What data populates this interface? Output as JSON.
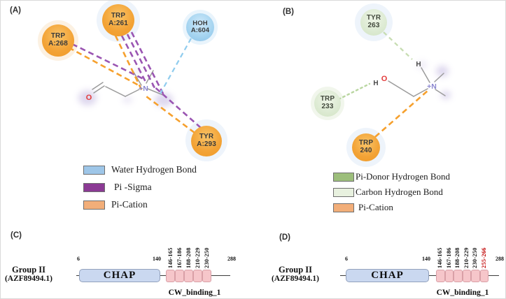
{
  "figure": {
    "colors": {
      "pi_cation_line": "#f6a02d",
      "pi_sigma_line": "#9a55b2",
      "water_hbond_line": "#8fccee",
      "pi_donor_line": "#c7ddb2",
      "carbon_hbond_line": "#b9d6a0",
      "residue_orange": "#f3a336",
      "residue_water_blue": "#9fd0ef",
      "residue_green": "#dcead2",
      "chap_fill": "#cad8f0",
      "repeat_fill": "#f6c6ca",
      "highlight_red": "#c00000"
    },
    "panel_a": {
      "label": "(A)",
      "residues": [
        {
          "line1": "TRP",
          "line2": "A:268"
        },
        {
          "line1": "TRP",
          "line2": "A:261"
        },
        {
          "line1": "HOH",
          "line2": "A:604"
        },
        {
          "line1": "TYR",
          "line2": "A:293"
        }
      ],
      "molecule": {
        "o": "O",
        "n": "+N"
      },
      "legend": [
        {
          "label": "Water Hydrogen Bond",
          "color": "#9ec6e8"
        },
        {
          "label": "Pi -Sigma",
          "color": "#8b3a94"
        },
        {
          "label": "Pi-Cation",
          "color": "#f2ae79"
        }
      ]
    },
    "panel_b": {
      "label": "(B)",
      "residues": [
        {
          "line1": "TYR",
          "line2": "263"
        },
        {
          "line1": "TRP",
          "line2": "233"
        },
        {
          "line1": "TRP",
          "line2": "240"
        }
      ],
      "molecule": {
        "h1": "H",
        "o": "O",
        "h2": "H",
        "n": "+N"
      },
      "legend": [
        {
          "label": "Pi-Donor Hydrogen Bond",
          "color": "#9cbe7b"
        },
        {
          "label": "Carbon Hydrogen Bond",
          "color": "#e8f1df"
        },
        {
          "label": "Pi-Cation",
          "color": "#f2ae79"
        }
      ]
    },
    "panel_c": {
      "label": "(C)",
      "group_name": "Group II",
      "accession": "(AZF89494.1)",
      "domain_label": "CHAP",
      "seq_start": "6",
      "domain_end": "140",
      "seq_end": "288",
      "repeats": [
        "146-165",
        "167-186",
        "188-208",
        "210-229",
        "230-250"
      ],
      "annotation": "CW_binding_1"
    },
    "panel_d": {
      "label": "(D)",
      "group_name": "Group II",
      "accession": "(AZF89494.1)",
      "domain_label": "CHAP",
      "seq_start": "6",
      "domain_end": "140",
      "seq_end": "288",
      "repeats": [
        "146-165",
        "167-186",
        "188-208",
        "210-229",
        "230-250",
        "255-266"
      ],
      "annotation": "CW_binding_1"
    }
  }
}
